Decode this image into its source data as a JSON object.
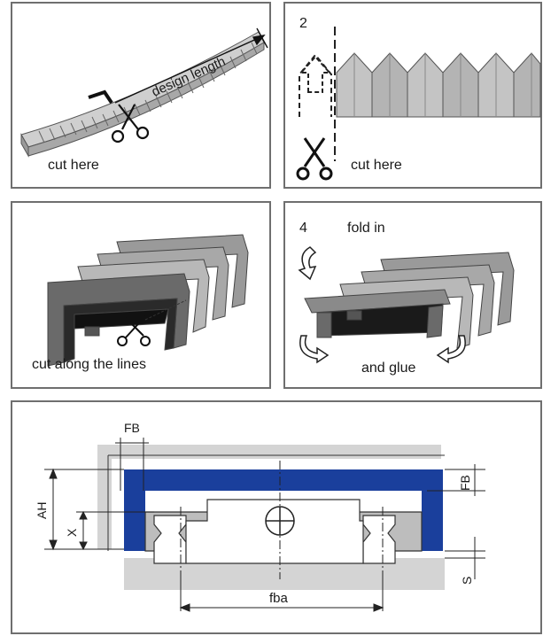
{
  "step1": {
    "cut_label": "cut here",
    "length_label": "design length"
  },
  "step2": {
    "number": "2",
    "cut_label": "cut here"
  },
  "step3": {
    "cut_label": "cut along the lines"
  },
  "step4": {
    "number": "4",
    "fold_label": "fold in",
    "glue_label": "and glue"
  },
  "cross_section": {
    "labels": {
      "fb_top": "FB",
      "fb_right": "FB",
      "ah": "AH",
      "x": "X",
      "s": "S",
      "fba": "fba"
    },
    "colors": {
      "cover": "#1a3f9c",
      "frame": "#d4d4d4"
    }
  }
}
